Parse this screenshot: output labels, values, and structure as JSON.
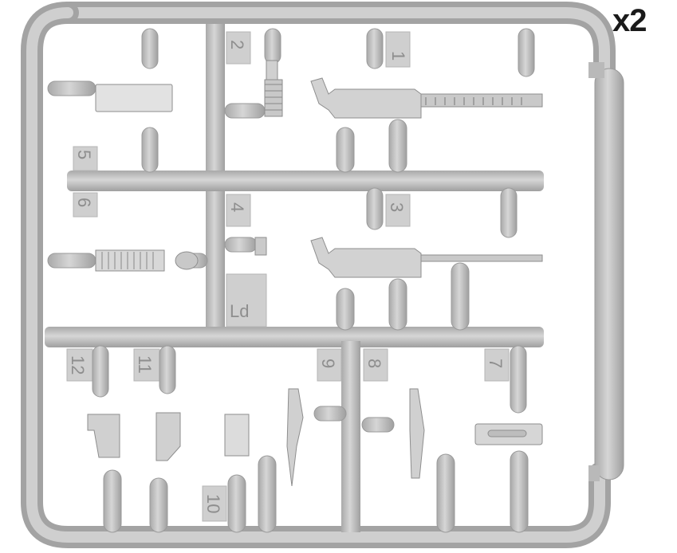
{
  "quantity_label": "x2",
  "part_numbers": [
    "1",
    "2",
    "3",
    "4",
    "5",
    "6",
    "7",
    "8",
    "9",
    "10",
    "11",
    "12"
  ],
  "maker_mark": "Ld",
  "colors": {
    "plastic": "#bdbdbd",
    "plastic_dark": "#9a9a9a",
    "plastic_light": "#dcdcdc",
    "background": "#ffffff"
  }
}
